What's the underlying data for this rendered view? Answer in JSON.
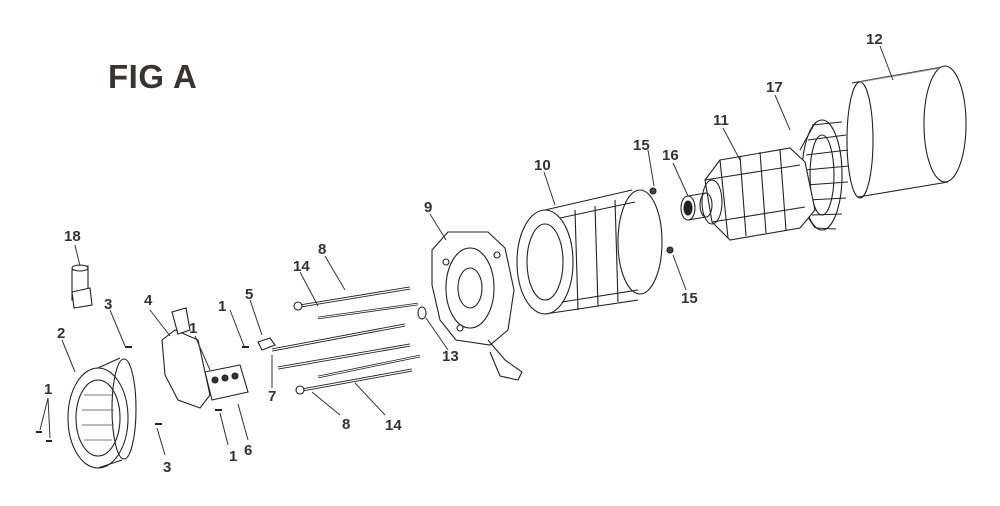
{
  "figure": {
    "title": "FIG A",
    "callouts": {
      "c1a": "1",
      "c1b": "1",
      "c1c": "1",
      "c1d": "1",
      "c2": "2",
      "c3a": "3",
      "c3b": "3",
      "c4": "4",
      "c5": "5",
      "c6": "6",
      "c7": "7",
      "c8a": "8",
      "c8b": "8",
      "c9": "9",
      "c10": "10",
      "c11": "11",
      "c12": "12",
      "c13": "13",
      "c14a": "14",
      "c14b": "14",
      "c15a": "15",
      "c15b": "15",
      "c16": "16",
      "c17": "17",
      "c18": "18"
    }
  }
}
